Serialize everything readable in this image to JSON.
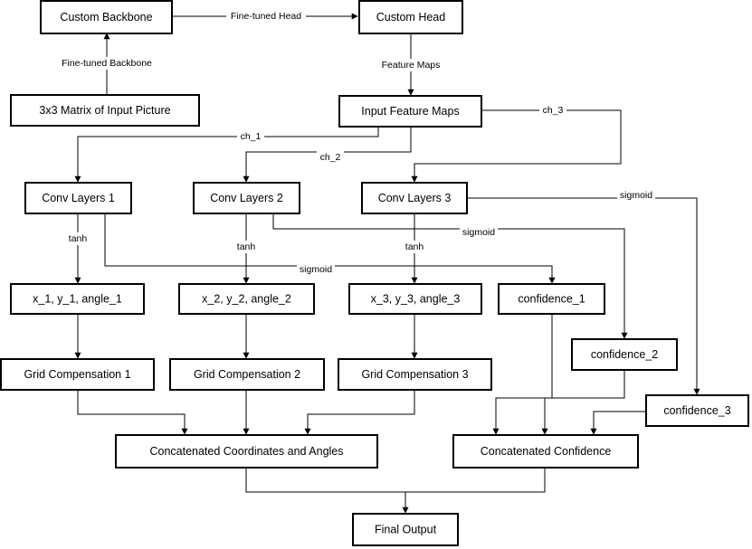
{
  "nodes": {
    "custom_backbone": "Custom Backbone",
    "custom_head": "Custom Head",
    "input_matrix": "3x3 Matrix of Input Picture",
    "input_feature_maps": "Input Feature Maps",
    "conv1": "Conv Layers 1",
    "conv2": "Conv Layers 2",
    "conv3": "Conv Layers 3",
    "xya1": "x_1, y_1, angle_1",
    "xya2": "x_2, y_2, angle_2",
    "xya3": "x_3, y_3, angle_3",
    "conf1": "confidence_1",
    "conf2": "confidence_2",
    "conf3": "confidence_3",
    "grid1": "Grid Compensation 1",
    "grid2": "Grid Compensation 2",
    "grid3": "Grid Compensation 3",
    "concat_coords": "Concatenated Coordinates and Angles",
    "concat_conf": "Concatenated Confidence",
    "final_output": "Final Output"
  },
  "edge_labels": {
    "fine_tuned_head": "Fine-tuned Head",
    "fine_tuned_backbone": "Fine-tuned Backbone",
    "feature_maps": "Feature Maps",
    "ch_1": "ch_1",
    "ch_2": "ch_2",
    "ch_3": "ch_3",
    "tanh_1": "tanh",
    "tanh_2": "tanh",
    "tanh_3": "tanh",
    "sigmoid_1": "sigmoid",
    "sigmoid_2": "sigmoid",
    "sigmoid_3": "sigmoid"
  }
}
